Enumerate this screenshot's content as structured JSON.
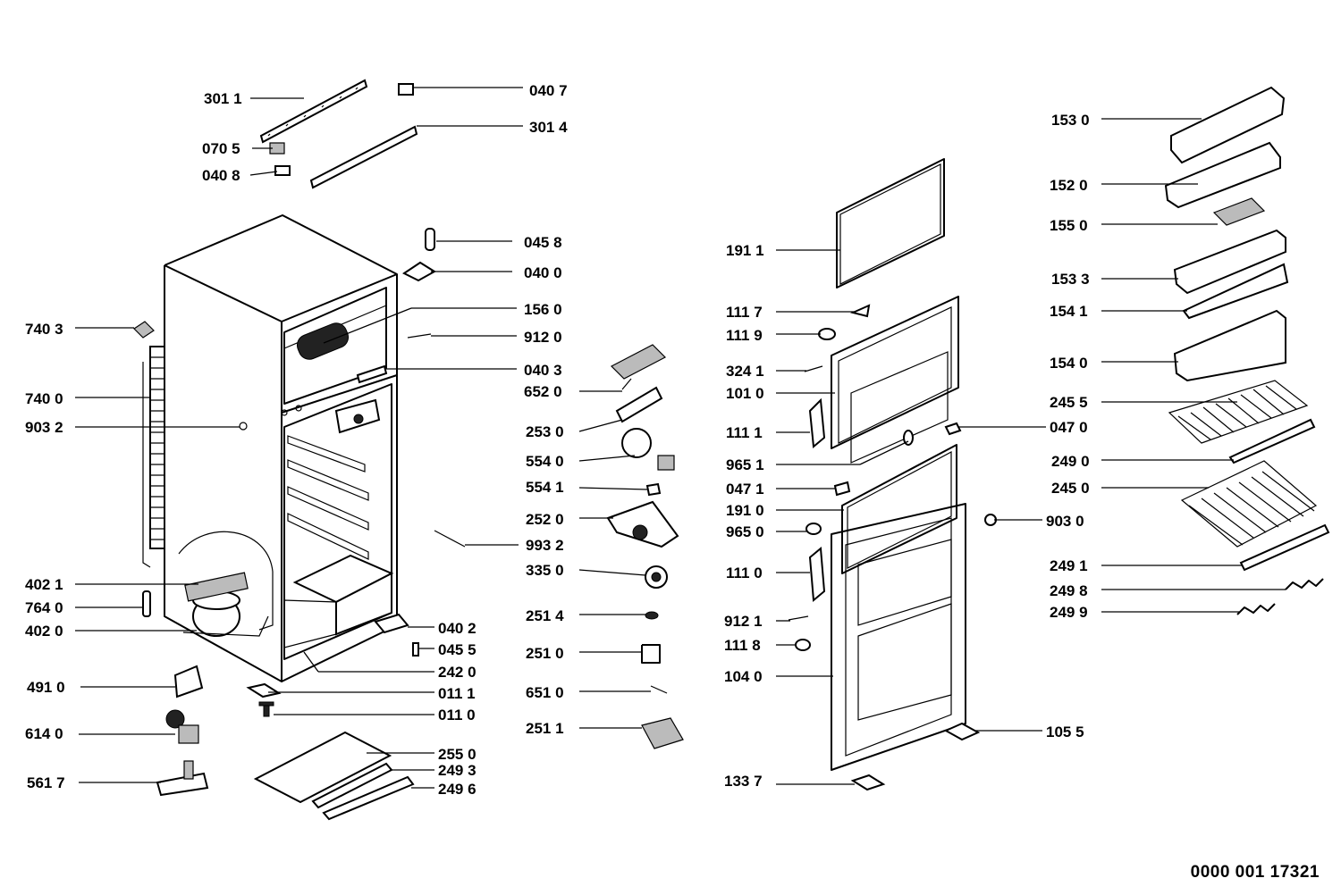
{
  "document_id": "0000 001 17321",
  "labels": [
    "301 1",
    "070 5",
    "040 8",
    "040 7",
    "301 4",
    "045 8",
    "040 0",
    "156 0",
    "912 0",
    "040 3",
    "652 0",
    "740 3",
    "740 0",
    "903 2",
    "253 0",
    "554 0",
    "554 1",
    "252 0",
    "993 2",
    "335 0",
    "402 1",
    "764 0",
    "402 0",
    "040 2",
    "045 5",
    "242 0",
    "251 4",
    "251 0",
    "491 0",
    "011 1",
    "011 0",
    "651 0",
    "614 0",
    "255 0",
    "249 3",
    "249 6",
    "561 7",
    "251 1",
    "191 1",
    "111 7",
    "111 9",
    "324 1",
    "101 0",
    "111 1",
    "965 1",
    "047 1",
    "191 0",
    "965 0",
    "111 0",
    "912 1",
    "111 8",
    "104 0",
    "133 7",
    "105 5",
    "903 0",
    "047 0",
    "153 0",
    "152 0",
    "155 0",
    "153 3",
    "154 1",
    "154 0",
    "245 5",
    "249 0",
    "245 0",
    "249 1",
    "249 8",
    "249 9"
  ]
}
